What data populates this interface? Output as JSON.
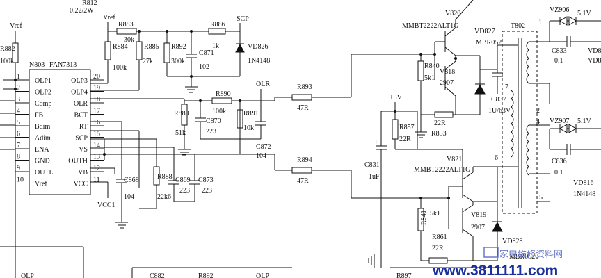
{
  "top_partial": {
    "r812": "R812",
    "r812_rating": "0.22/2W"
  },
  "ic": {
    "ref": "N803",
    "model": "FAN7313",
    "left_pins": [
      {
        "num": "1",
        "name": "OLP1"
      },
      {
        "num": "2",
        "name": "OLP2"
      },
      {
        "num": "3",
        "name": "Comp"
      },
      {
        "num": "4",
        "name": "FB"
      },
      {
        "num": "5",
        "name": "Bdim"
      },
      {
        "num": "6",
        "name": "Adim"
      },
      {
        "num": "7",
        "name": "ENA"
      },
      {
        "num": "8",
        "name": "GND"
      },
      {
        "num": "9",
        "name": "OUTL"
      },
      {
        "num": "10",
        "name": "Vref"
      }
    ],
    "right_pins": [
      {
        "num": "20",
        "name": "OLP3"
      },
      {
        "num": "19",
        "name": "OLP4"
      },
      {
        "num": "18",
        "name": "OLR"
      },
      {
        "num": "17",
        "name": "BCT"
      },
      {
        "num": "16",
        "name": "RT"
      },
      {
        "num": "15",
        "name": "SCP"
      },
      {
        "num": "14",
        "name": "VS"
      },
      {
        "num": "13",
        "name": "OUTH"
      },
      {
        "num": "12",
        "name": "VB"
      },
      {
        "num": "11",
        "name": "VCC"
      }
    ]
  },
  "nets": {
    "vref_left": "Vref",
    "vref_top": "Vref",
    "scp": "SCP",
    "olr": "OLR",
    "vcc1": "VCC1",
    "plus5v": "+5V"
  },
  "components": {
    "r882": {
      "ref": "R882",
      "value": "100k"
    },
    "r883": {
      "ref": "R883",
      "value": "30k"
    },
    "r884": {
      "ref": "R884",
      "value": "100k"
    },
    "r885": {
      "ref": "R885",
      "value": "27k"
    },
    "r892": {
      "ref": "R892",
      "value": "300k"
    },
    "c871": {
      "ref": "C871",
      "value": "102"
    },
    "r886": {
      "ref": "R886",
      "value": "1k"
    },
    "vd826": {
      "ref": "VD826",
      "value": "1N4148"
    },
    "r889": {
      "ref": "R889",
      "value": "51k"
    },
    "r890": {
      "ref": "R890",
      "value": "100k"
    },
    "c870": {
      "ref": "C870",
      "value": "223"
    },
    "r891": {
      "ref": "R891",
      "value": "10k"
    },
    "c872": {
      "ref": "C872",
      "value": "104"
    },
    "r893": {
      "ref": "R893",
      "value": "47R"
    },
    "r894": {
      "ref": "R894",
      "value": "47R"
    },
    "c868": {
      "ref": "C868",
      "value": "104"
    },
    "r888": {
      "ref": "R888",
      "value": "22k6"
    },
    "c869": {
      "ref": "C869",
      "value": "223"
    },
    "c873": {
      "ref": "C873",
      "value": "223"
    },
    "v820": {
      "ref": "V820",
      "value": "MMBT2222ALT1G"
    },
    "v818": {
      "ref": "V818",
      "value": "2907"
    },
    "r840": {
      "ref": "R840",
      "value": "5k1"
    },
    "r853": {
      "ref": "R853",
      "value": "22R"
    },
    "vd827": {
      "ref": "VD827",
      "value": "MBR052"
    },
    "c837": {
      "ref": "C837",
      "value": "1U/63V"
    },
    "r857": {
      "ref": "R857",
      "value": "22R"
    },
    "c831": {
      "ref": "C831",
      "value": "1uF"
    },
    "v821": {
      "ref": "V821",
      "value": "MMBT2222ALT1G"
    },
    "v819": {
      "ref": "V819",
      "value": "2907"
    },
    "r841": {
      "ref": "R841",
      "value": "5k1"
    },
    "r861": {
      "ref": "R861",
      "value": "22R"
    },
    "vd828": {
      "ref": "VD828",
      "value": "MBR0520"
    },
    "t802": {
      "ref": "T802"
    },
    "vz906": {
      "ref": "VZ906",
      "value": "5.1V"
    },
    "vz907": {
      "ref": "VZ907",
      "value": "5.1V"
    },
    "c833": {
      "ref": "C833",
      "value": "0.1"
    },
    "c836": {
      "ref": "C836",
      "value": "0.1"
    },
    "vd816": {
      "ref": "VD816",
      "value": "1N4148"
    },
    "vd8x": {
      "ref": "VD8"
    },
    "vd81x": {
      "ref": "VD81"
    }
  },
  "transformer_pins": [
    "7",
    "6",
    "5",
    "2",
    "4",
    "1"
  ],
  "bottom_partial": {
    "olp_a": "OLP",
    "c882": "C882",
    "r892b": "R892",
    "olp_b": "OLP",
    "r897": "R897"
  },
  "watermark": {
    "url": "www.3811111.com",
    "cn": "家电维修资料网"
  },
  "colors": {
    "ink": "#111111",
    "watermark_blue": "#1a2f9a"
  }
}
